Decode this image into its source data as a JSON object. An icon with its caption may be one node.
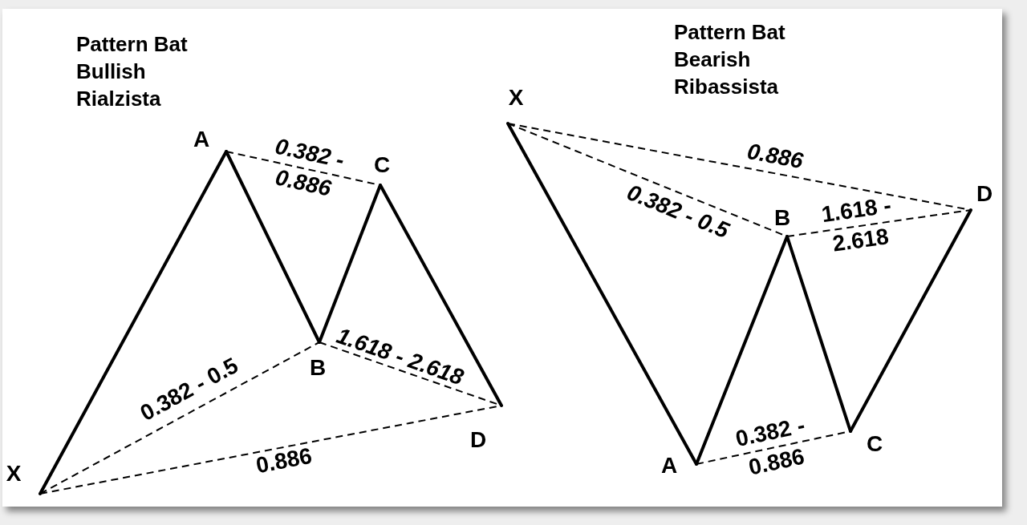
{
  "diagram": {
    "nodes": [
      {
        "text": [
          "X"
        ]
      },
      {
        "text": [
          "A"
        ]
      },
      {
        "text": [
          "B"
        ]
      },
      {
        "text": [
          "C"
        ]
      },
      {
        "text": [
          "D"
        ]
      },
      {
        "text": [
          "X"
        ]
      },
      {
        "text": [
          "A"
        ]
      },
      {
        "text": [
          "B"
        ]
      },
      {
        "text": [
          "C"
        ]
      },
      {
        "text": [
          "D"
        ]
      }
    ],
    "edges": [
      {
        "from": 0,
        "to": 1,
        "arrow": "none",
        "style": "thick"
      },
      {
        "from": 1,
        "to": 2,
        "arrow": "none",
        "style": "thick"
      },
      {
        "from": 2,
        "to": 3,
        "arrow": "none",
        "style": "thick"
      },
      {
        "from": 3,
        "to": 4,
        "arrow": "none",
        "style": "thick"
      },
      {
        "from": 0,
        "to": 2,
        "arrow": "none",
        "style": "dashed",
        "label": "0.382 - 0.5"
      },
      {
        "from": 1,
        "to": 3,
        "arrow": "none",
        "style": "dashed",
        "label": "0.382 - 0.886"
      },
      {
        "from": 2,
        "to": 4,
        "arrow": "none",
        "style": "dashed",
        "label": "1.618 - 2.618"
      },
      {
        "from": 0,
        "to": 4,
        "arrow": "none",
        "style": "dashed",
        "label": "0.886"
      },
      {
        "from": 5,
        "to": 6,
        "arrow": "none",
        "style": "thick"
      },
      {
        "from": 6,
        "to": 7,
        "arrow": "none",
        "style": "thick"
      },
      {
        "from": 7,
        "to": 8,
        "arrow": "none",
        "style": "thick"
      },
      {
        "from": 8,
        "to": 9,
        "arrow": "none",
        "style": "thick"
      },
      {
        "from": 5,
        "to": 7,
        "arrow": "none",
        "style": "dashed",
        "label": "0.382 - 0.5"
      },
      {
        "from": 6,
        "to": 8,
        "arrow": "none",
        "style": "dashed",
        "label": "0.382 - 0.886"
      },
      {
        "from": 7,
        "to": 9,
        "arrow": "none",
        "style": "dashed",
        "label": "1.618 - 2.618"
      },
      {
        "from": 5,
        "to": 9,
        "arrow": "none",
        "style": "dashed",
        "label": "0.886"
      }
    ],
    "labels": [
      "Pattern Bat Bullish Rialzista",
      "Pattern Bat Bearish Ribassista"
    ]
  }
}
